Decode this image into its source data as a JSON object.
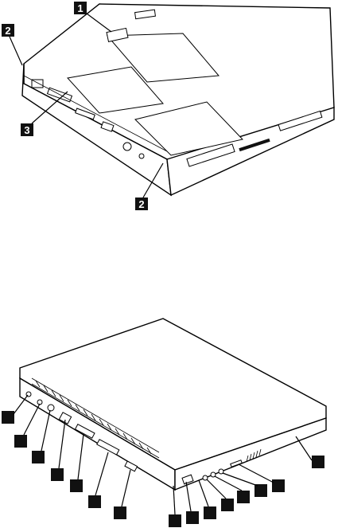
{
  "figure_top": {
    "callouts": [
      "1",
      "2",
      "3",
      "2"
    ]
  },
  "figure_bottom": {
    "callouts_left": [
      "",
      "",
      "",
      "",
      "",
      "",
      "",
      "",
      ""
    ],
    "callouts_right": [
      "",
      "",
      "",
      "",
      "",
      "",
      ""
    ]
  },
  "colors": {
    "badge": "#111111",
    "badge_text": "#ffffff",
    "line": "#000000"
  }
}
